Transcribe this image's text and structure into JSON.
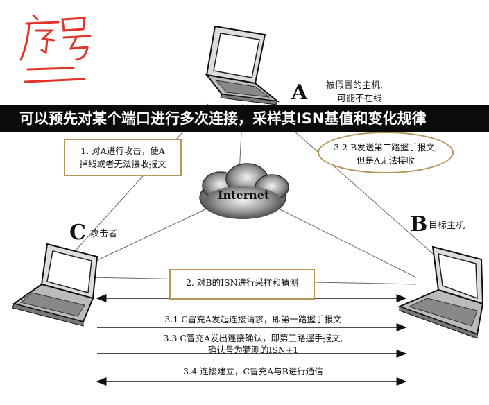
{
  "top_fragment": "",
  "banner": "可以预先对某个端口进行多次连接，采样其ISN基值和变化规律",
  "node_a": {
    "letter": "A",
    "desc_line1": "被假冒的主机,",
    "desc_line2": "可能不在线"
  },
  "node_b": {
    "letter": "B",
    "desc": "目标主机"
  },
  "node_c": {
    "letter": "C",
    "desc": "攻击者"
  },
  "cloud_label": "Internet",
  "step1": {
    "line1": "1. 对A进行攻击，使A",
    "line2": "掉线或者无法接收报文"
  },
  "step32": {
    "line1": "3.2 B发送第二路握手报文,",
    "line2": "但是A无法接收"
  },
  "step2": "2. 对B的ISN进行采样和猜测",
  "msg31": "3.1 C冒充A发起连接请求，即第一路握手报文",
  "msg33": {
    "line1": "3.3 C冒充A发出连接确认，即第三路握手报文,",
    "line2": "确认号为猜测的ISN+1"
  },
  "msg34": "3.4 连接建立，C冒充A与B进行通信",
  "handwriting_text": "序号",
  "colors": {
    "box_border": "#b8955a",
    "banner_bg": "#0b0b0b",
    "handwriting": "#e0342a"
  }
}
